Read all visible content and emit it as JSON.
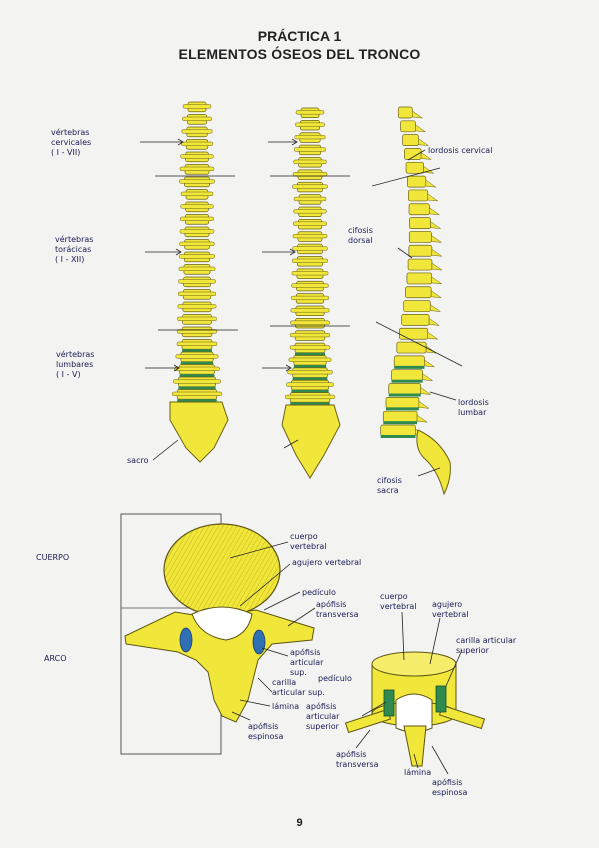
{
  "title": "PRÁCTICA 1",
  "subtitle": "ELEMENTOS ÓSEOS DEL TRONCO",
  "spine_labels": {
    "cervical": "vértebras\ncervicales\n( I - VII)",
    "thoracic": "vértebras\ntorácicas\n( I - XII)",
    "lumbar": "vértebras\nlumbares\n( I - V)",
    "sacrum": "sacro",
    "cervical_lordosis": "lordosis cervical",
    "dorsal_kyphosis": "cifosis\ndorsal",
    "lumbar_lordosis": "lordosis\nlumbar",
    "sacral_kyphosis": "cifosis\nsacra"
  },
  "vertebra_labels": {
    "cuerpo": "CUERPO",
    "arco": "ARCO",
    "cuerpo_vertebral": "cuerpo\nvertebral",
    "agujero_vertebral": "agujero vertebral",
    "pediculo": "pedículo",
    "apofisis_transversa": "apófisis\ntransversa",
    "apofisis_articular_sup": "apófisis\narticular\nsup.",
    "carilla_articular_sup": "carilla\narticular sup.",
    "pediculo_2": "pedículo",
    "lamina": "lámina",
    "apofisis_espinosa": "apófisis\nespinosa"
  },
  "schematic_labels": {
    "cuerpo_vertebral": "cuerpo\nvertebral",
    "agujero_vertebral": "agujero\nvertebral",
    "carilla_articular_superior": "carilla articular\nsuperior",
    "apofisis_articular_superior": "apófisis\narticular\nsuperior",
    "apofisis_transversa": "apófisis\ntransversa",
    "lamina": "lámina",
    "apofisis_espinosa": "apófisis\nespinosa"
  },
  "page_number": "9",
  "colors": {
    "bone": "#f1e63a",
    "bone_dark": "#c9b81f",
    "lumbar_band": "#2e8a4e",
    "facet_blue": "#2f6fb3",
    "ink": "#1a1a55"
  }
}
